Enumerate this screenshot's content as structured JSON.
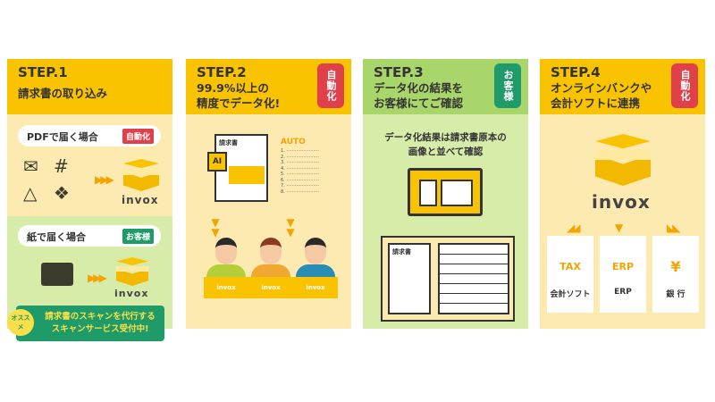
{
  "step1": {
    "step": "STEP.1",
    "title": "請求書の取り込み",
    "pdf": {
      "label": "PDFで届く場合",
      "tag": "自動化",
      "icons": [
        "mail-icon",
        "slack-icon",
        "google-drive-icon",
        "dropbox-icon"
      ]
    },
    "paper": {
      "label": "紙で届く場合",
      "tag": "お客様"
    },
    "logo": "invox",
    "recommend": {
      "badge": "オススメ",
      "line1": "請求書のスキャンを代行する",
      "line2": "スキャンサービス受付中!"
    }
  },
  "step2": {
    "step": "STEP.2",
    "line1": "99.9%以上の",
    "line2": "精度でデータ化!",
    "badge": "自動化",
    "doc_title": "請求書",
    "ai": "AI",
    "auto": "AUTO",
    "auto_items": [
      "1.",
      "2.",
      "3.",
      "4.",
      "5.",
      "6.",
      "7.",
      "8."
    ],
    "laptop": "invox"
  },
  "step3": {
    "step": "STEP.3",
    "line1": "データ化の結果を",
    "line2": "お客様にてご確認",
    "badge": "お客様",
    "desc1": "データ化結果は請求書原本の",
    "desc2": "画像と並べて確認",
    "doc_title": "請求書"
  },
  "step4": {
    "step": "STEP.4",
    "line1": "オンラインバンクや",
    "line2": "会計ソフトに連携",
    "badge": "自動化",
    "logo": "invox",
    "targets": [
      {
        "label": "会計ソフト",
        "icon_text": "TAX"
      },
      {
        "label": "ERP",
        "icon_text": "ERP"
      },
      {
        "label": "銀 行",
        "icon_text": "¥"
      }
    ]
  },
  "colors": {
    "yellow": "#f9c300",
    "light_yellow": "#fdeab0",
    "green": "#a9d66a",
    "light_green": "#d8ecaa",
    "red": "#e0404a",
    "teal": "#1f9b6a"
  }
}
